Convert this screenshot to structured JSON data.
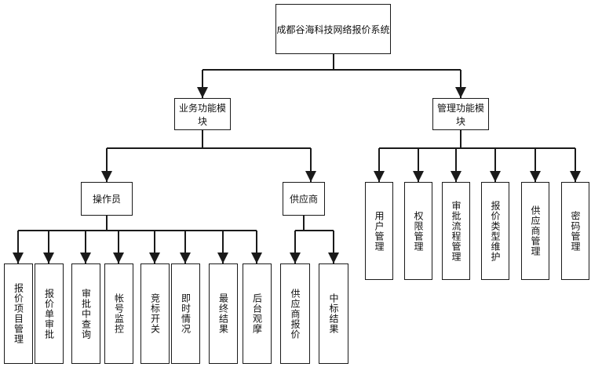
{
  "root": {
    "label": "成都谷海科技网络报价系统"
  },
  "business_module": {
    "label": "业务功能模块",
    "operator": {
      "label": "操作员",
      "functions": [
        "报价项目管理",
        "报价单审批",
        "审批中查询",
        "帐号监控",
        "竞标开关",
        "即时情况",
        "最终结果",
        "后台观摩"
      ]
    },
    "supplier": {
      "label": "供应商",
      "functions": [
        "供应商报价",
        "中标结果"
      ]
    }
  },
  "management_module": {
    "label": "管理功能模块",
    "functions": [
      "用户管理",
      "权限管理",
      "审批流程管理",
      "报价类型维护",
      "供应商管理",
      "密码管理"
    ]
  }
}
